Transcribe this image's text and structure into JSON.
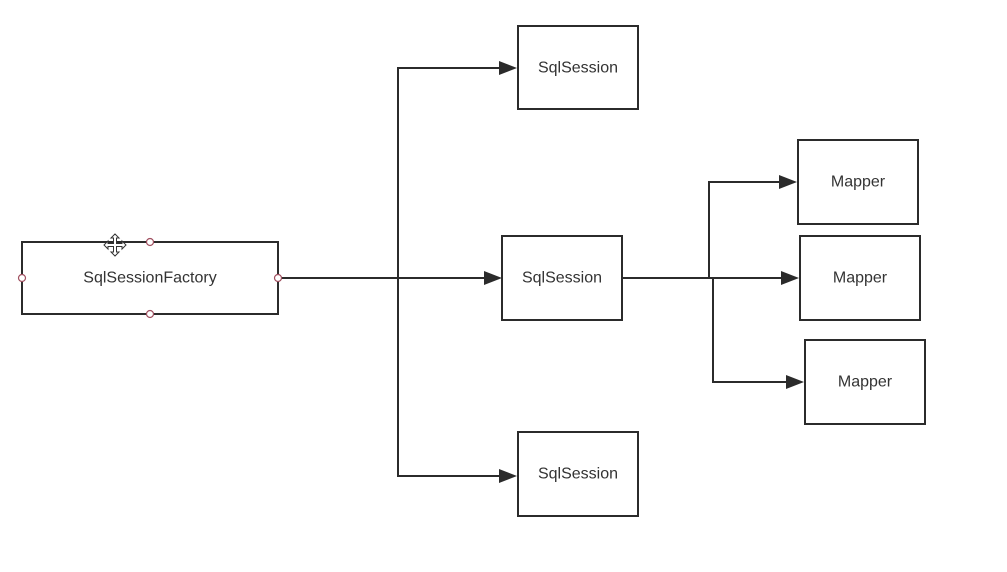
{
  "colors": {
    "stroke": "#2b2b2b",
    "text": "#333333",
    "selection_handle": "#a05060",
    "background": "#ffffff"
  },
  "nodes": {
    "factory": {
      "label": "SqlSessionFactory"
    },
    "session_top": {
      "label": "SqlSession"
    },
    "session_middle": {
      "label": "SqlSession"
    },
    "session_bottom": {
      "label": "SqlSession"
    },
    "mapper_1": {
      "label": "Mapper"
    },
    "mapper_2": {
      "label": "Mapper"
    },
    "mapper_3": {
      "label": "Mapper"
    }
  },
  "selection": {
    "selected_node": "factory",
    "cursor_icon": "move-cursor-icon"
  }
}
